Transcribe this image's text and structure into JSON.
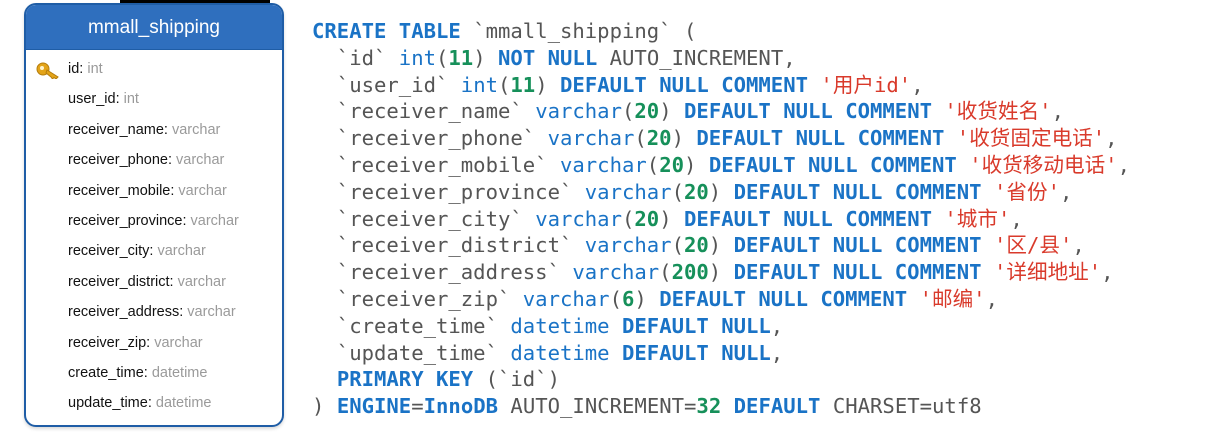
{
  "er_table": {
    "title": "mmall_shipping",
    "fields": [
      {
        "name": "id",
        "type": "int",
        "primary_key": true
      },
      {
        "name": "user_id",
        "type": "int"
      },
      {
        "name": "receiver_name",
        "type": "varchar"
      },
      {
        "name": "receiver_phone",
        "type": "varchar"
      },
      {
        "name": "receiver_mobile",
        "type": "varchar"
      },
      {
        "name": "receiver_province",
        "type": "varchar"
      },
      {
        "name": "receiver_city",
        "type": "varchar"
      },
      {
        "name": "receiver_district",
        "type": "varchar"
      },
      {
        "name": "receiver_address",
        "type": "varchar"
      },
      {
        "name": "receiver_zip",
        "type": "varchar"
      },
      {
        "name": "create_time",
        "type": "datetime"
      },
      {
        "name": "update_time",
        "type": "datetime"
      }
    ]
  },
  "sql_lines": [
    [
      {
        "t": "CREATE TABLE",
        "c": "kw"
      },
      {
        "t": " `mmall_shipping` (",
        "c": "pl"
      }
    ],
    [
      {
        "t": "  `id` ",
        "c": "pl"
      },
      {
        "t": "int",
        "c": "tp"
      },
      {
        "t": "(",
        "c": "pl"
      },
      {
        "t": "11",
        "c": "num"
      },
      {
        "t": ") ",
        "c": "pl"
      },
      {
        "t": "NOT NULL",
        "c": "kw"
      },
      {
        "t": " AUTO_INCREMENT,",
        "c": "pl"
      }
    ],
    [
      {
        "t": "  `user_id` ",
        "c": "pl"
      },
      {
        "t": "int",
        "c": "tp"
      },
      {
        "t": "(",
        "c": "pl"
      },
      {
        "t": "11",
        "c": "num"
      },
      {
        "t": ") ",
        "c": "pl"
      },
      {
        "t": "DEFAULT NULL COMMENT",
        "c": "kw"
      },
      {
        "t": " ",
        "c": "pl"
      },
      {
        "t": "'用户id'",
        "c": "str"
      },
      {
        "t": ",",
        "c": "pl"
      }
    ],
    [
      {
        "t": "  `receiver_name` ",
        "c": "pl"
      },
      {
        "t": "varchar",
        "c": "tp"
      },
      {
        "t": "(",
        "c": "pl"
      },
      {
        "t": "20",
        "c": "num"
      },
      {
        "t": ") ",
        "c": "pl"
      },
      {
        "t": "DEFAULT NULL COMMENT",
        "c": "kw"
      },
      {
        "t": " ",
        "c": "pl"
      },
      {
        "t": "'收货姓名'",
        "c": "str"
      },
      {
        "t": ",",
        "c": "pl"
      }
    ],
    [
      {
        "t": "  `receiver_phone` ",
        "c": "pl"
      },
      {
        "t": "varchar",
        "c": "tp"
      },
      {
        "t": "(",
        "c": "pl"
      },
      {
        "t": "20",
        "c": "num"
      },
      {
        "t": ") ",
        "c": "pl"
      },
      {
        "t": "DEFAULT NULL COMMENT",
        "c": "kw"
      },
      {
        "t": " ",
        "c": "pl"
      },
      {
        "t": "'收货固定电话'",
        "c": "str"
      },
      {
        "t": ",",
        "c": "pl"
      }
    ],
    [
      {
        "t": "  `receiver_mobile` ",
        "c": "pl"
      },
      {
        "t": "varchar",
        "c": "tp"
      },
      {
        "t": "(",
        "c": "pl"
      },
      {
        "t": "20",
        "c": "num"
      },
      {
        "t": ") ",
        "c": "pl"
      },
      {
        "t": "DEFAULT NULL COMMENT",
        "c": "kw"
      },
      {
        "t": " ",
        "c": "pl"
      },
      {
        "t": "'收货移动电话'",
        "c": "str"
      },
      {
        "t": ",",
        "c": "pl"
      }
    ],
    [
      {
        "t": "  `receiver_province` ",
        "c": "pl"
      },
      {
        "t": "varchar",
        "c": "tp"
      },
      {
        "t": "(",
        "c": "pl"
      },
      {
        "t": "20",
        "c": "num"
      },
      {
        "t": ") ",
        "c": "pl"
      },
      {
        "t": "DEFAULT NULL COMMENT",
        "c": "kw"
      },
      {
        "t": " ",
        "c": "pl"
      },
      {
        "t": "'省份'",
        "c": "str"
      },
      {
        "t": ",",
        "c": "pl"
      }
    ],
    [
      {
        "t": "  `receiver_city` ",
        "c": "pl"
      },
      {
        "t": "varchar",
        "c": "tp"
      },
      {
        "t": "(",
        "c": "pl"
      },
      {
        "t": "20",
        "c": "num"
      },
      {
        "t": ") ",
        "c": "pl"
      },
      {
        "t": "DEFAULT NULL COMMENT",
        "c": "kw"
      },
      {
        "t": " ",
        "c": "pl"
      },
      {
        "t": "'城市'",
        "c": "str"
      },
      {
        "t": ",",
        "c": "pl"
      }
    ],
    [
      {
        "t": "  `receiver_district` ",
        "c": "pl"
      },
      {
        "t": "varchar",
        "c": "tp"
      },
      {
        "t": "(",
        "c": "pl"
      },
      {
        "t": "20",
        "c": "num"
      },
      {
        "t": ") ",
        "c": "pl"
      },
      {
        "t": "DEFAULT NULL COMMENT",
        "c": "kw"
      },
      {
        "t": " ",
        "c": "pl"
      },
      {
        "t": "'区/县'",
        "c": "str"
      },
      {
        "t": ",",
        "c": "pl"
      }
    ],
    [
      {
        "t": "  `receiver_address` ",
        "c": "pl"
      },
      {
        "t": "varchar",
        "c": "tp"
      },
      {
        "t": "(",
        "c": "pl"
      },
      {
        "t": "200",
        "c": "num"
      },
      {
        "t": ") ",
        "c": "pl"
      },
      {
        "t": "DEFAULT NULL COMMENT",
        "c": "kw"
      },
      {
        "t": " ",
        "c": "pl"
      },
      {
        "t": "'详细地址'",
        "c": "str"
      },
      {
        "t": ",",
        "c": "pl"
      }
    ],
    [
      {
        "t": "  `receiver_zip` ",
        "c": "pl"
      },
      {
        "t": "varchar",
        "c": "tp"
      },
      {
        "t": "(",
        "c": "pl"
      },
      {
        "t": "6",
        "c": "num"
      },
      {
        "t": ") ",
        "c": "pl"
      },
      {
        "t": "DEFAULT NULL COMMENT",
        "c": "kw"
      },
      {
        "t": " ",
        "c": "pl"
      },
      {
        "t": "'邮编'",
        "c": "str"
      },
      {
        "t": ",",
        "c": "pl"
      }
    ],
    [
      {
        "t": "  `create_time` ",
        "c": "pl"
      },
      {
        "t": "datetime",
        "c": "tp"
      },
      {
        "t": " ",
        "c": "pl"
      },
      {
        "t": "DEFAULT NULL",
        "c": "kw"
      },
      {
        "t": ",",
        "c": "pl"
      }
    ],
    [
      {
        "t": "  `update_time` ",
        "c": "pl"
      },
      {
        "t": "datetime",
        "c": "tp"
      },
      {
        "t": " ",
        "c": "pl"
      },
      {
        "t": "DEFAULT NULL",
        "c": "kw"
      },
      {
        "t": ",",
        "c": "pl"
      }
    ],
    [
      {
        "t": "  ",
        "c": "pl"
      },
      {
        "t": "PRIMARY KEY",
        "c": "kw"
      },
      {
        "t": " (`id`)",
        "c": "pl"
      }
    ],
    [
      {
        "t": ") ",
        "c": "pl"
      },
      {
        "t": "ENGINE",
        "c": "kw"
      },
      {
        "t": "=",
        "c": "pl"
      },
      {
        "t": "InnoDB",
        "c": "kw"
      },
      {
        "t": " AUTO_INCREMENT=",
        "c": "pl"
      },
      {
        "t": "32",
        "c": "num"
      },
      {
        "t": " ",
        "c": "pl"
      },
      {
        "t": "DEFAULT",
        "c": "kw"
      },
      {
        "t": " CHARSET=utf8",
        "c": "pl"
      }
    ]
  ],
  "colors": {
    "header_bg": "#2f6fbe",
    "keyword": "#1a73c6",
    "number": "#16905a",
    "string": "#d93a2b",
    "field_type": "#9a9a9a"
  },
  "icons": {
    "primary_key": "key-icon"
  }
}
